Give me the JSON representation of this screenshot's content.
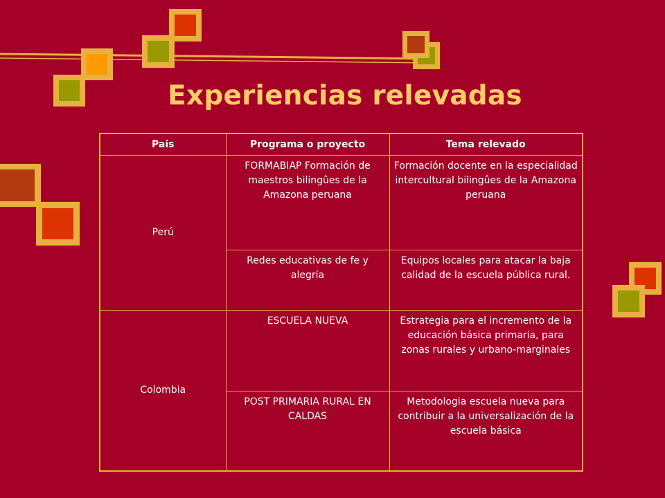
{
  "slide": {
    "title": "Experiencias relevadas",
    "colors": {
      "background": "#a50028",
      "title": "#ffcc66",
      "table_border": "#e8b040",
      "square_gold": "#e8b040",
      "square_orange": "#ff9900",
      "square_olive": "#999900",
      "square_red_orange": "#dd3300",
      "square_rust": "#b33a10"
    }
  },
  "table": {
    "headers": [
      "Pais",
      "Programa o proyecto",
      "Tema relevado"
    ],
    "groups": [
      {
        "country": "Perú",
        "rows": [
          {
            "program": "FORMABIAP Formación de maestros bilingûes de la Amazona peruana",
            "topic": "Formación docente en la especialidad intercultural bilingûes de la Amazona peruana"
          },
          {
            "program": "Redes educativas de fe y alegría",
            "topic": "Equipos locales para atacar la baja  calidad de la escuela pública rural."
          }
        ]
      },
      {
        "country": "Colombia",
        "rows": [
          {
            "program": "ESCUELA NUEVA",
            "topic": "Estrategia para el incremento de la educación básica primaria, para zonas rurales y urbano-marginales"
          },
          {
            "program": "POST PRIMARIA RURAL EN CALDAS",
            "topic": "Metodologia escuela nueva para contribuir a la universalización de la escuela básica"
          }
        ]
      }
    ]
  }
}
